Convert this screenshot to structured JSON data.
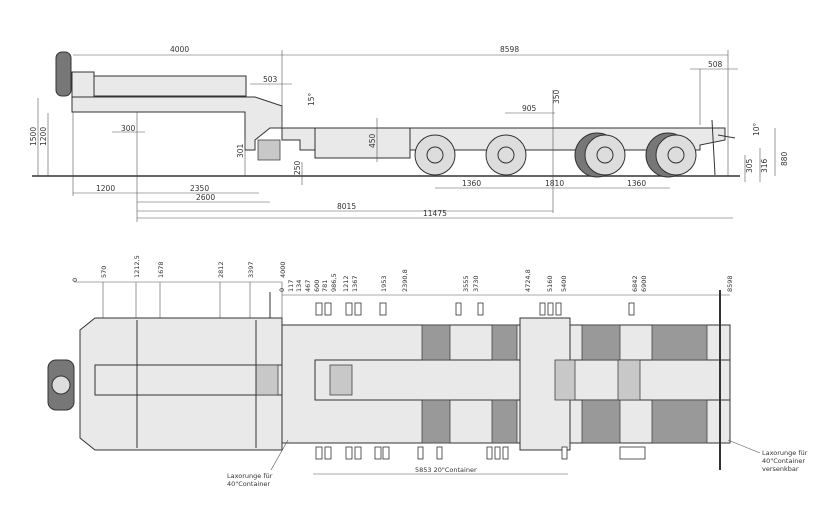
{
  "side_view": {
    "dimensions": [
      "4000",
      "8598",
      "503",
      "15°",
      "508",
      "905",
      "350",
      "10°",
      "1500",
      "1200",
      "300",
      "301",
      "450",
      "250",
      "1360",
      "1810",
      "1360",
      "305",
      "316",
      "880",
      "1200",
      "2350",
      "2600",
      "8015",
      "11475"
    ]
  },
  "top_view": {
    "row1": [
      "0",
      "570",
      "1212,5",
      "1678",
      "2812",
      "3397",
      "4000"
    ],
    "row2": [
      "0",
      "117",
      "134",
      "467",
      "600",
      "781",
      "986,5",
      "1212",
      "1367",
      "1953",
      "2390,8",
      "3555",
      "3730",
      "4724,8",
      "5160",
      "5400",
      "6842",
      "6900",
      "8598"
    ],
    "note_left": [
      "Laxorunge für",
      "40\"Container"
    ],
    "container_dim": "5853 20\"Container",
    "note_right": [
      "Laxorunge für",
      "40\"Container",
      "versenkbar"
    ]
  }
}
